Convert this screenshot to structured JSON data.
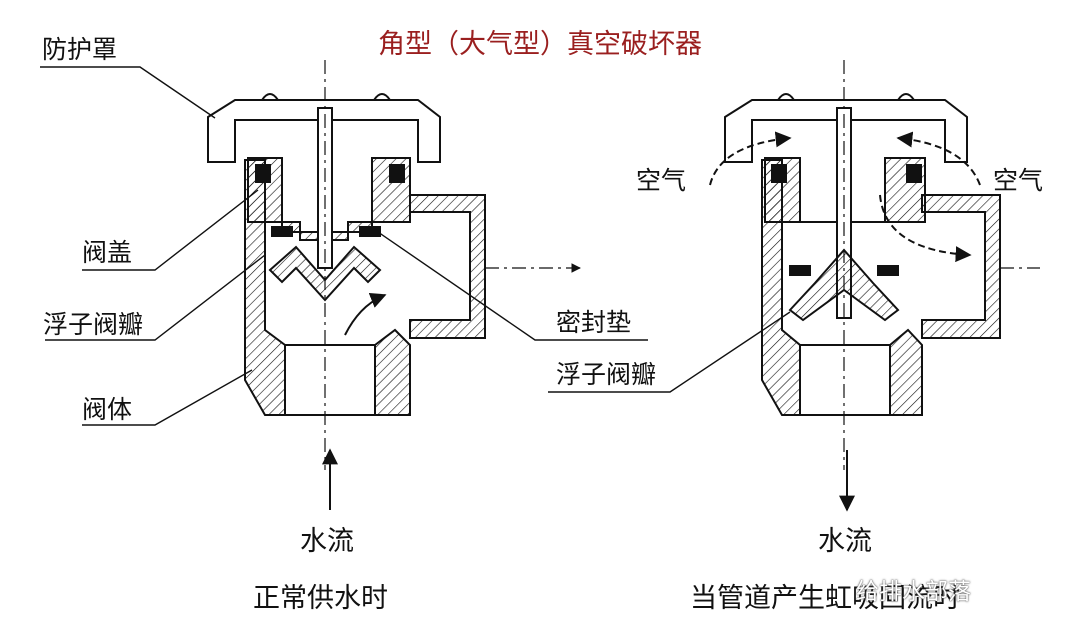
{
  "title": "角型（大气型）真空破坏器",
  "left": {
    "labels": {
      "cover": "防护罩",
      "bonnet": "阀盖",
      "float_disc": "浮子阀瓣",
      "body": "阀体",
      "gasket": "密封垫"
    },
    "flow": "水流",
    "caption": "正常供水时"
  },
  "right": {
    "labels": {
      "air_left": "空气",
      "air_right": "空气",
      "float_disc": "浮子阀瓣"
    },
    "flow": "水流",
    "caption": "当管道产生虹吸回流时"
  },
  "watermark": "给排水部落",
  "colors": {
    "title": "#9a1f1f",
    "line": "#111111"
  }
}
